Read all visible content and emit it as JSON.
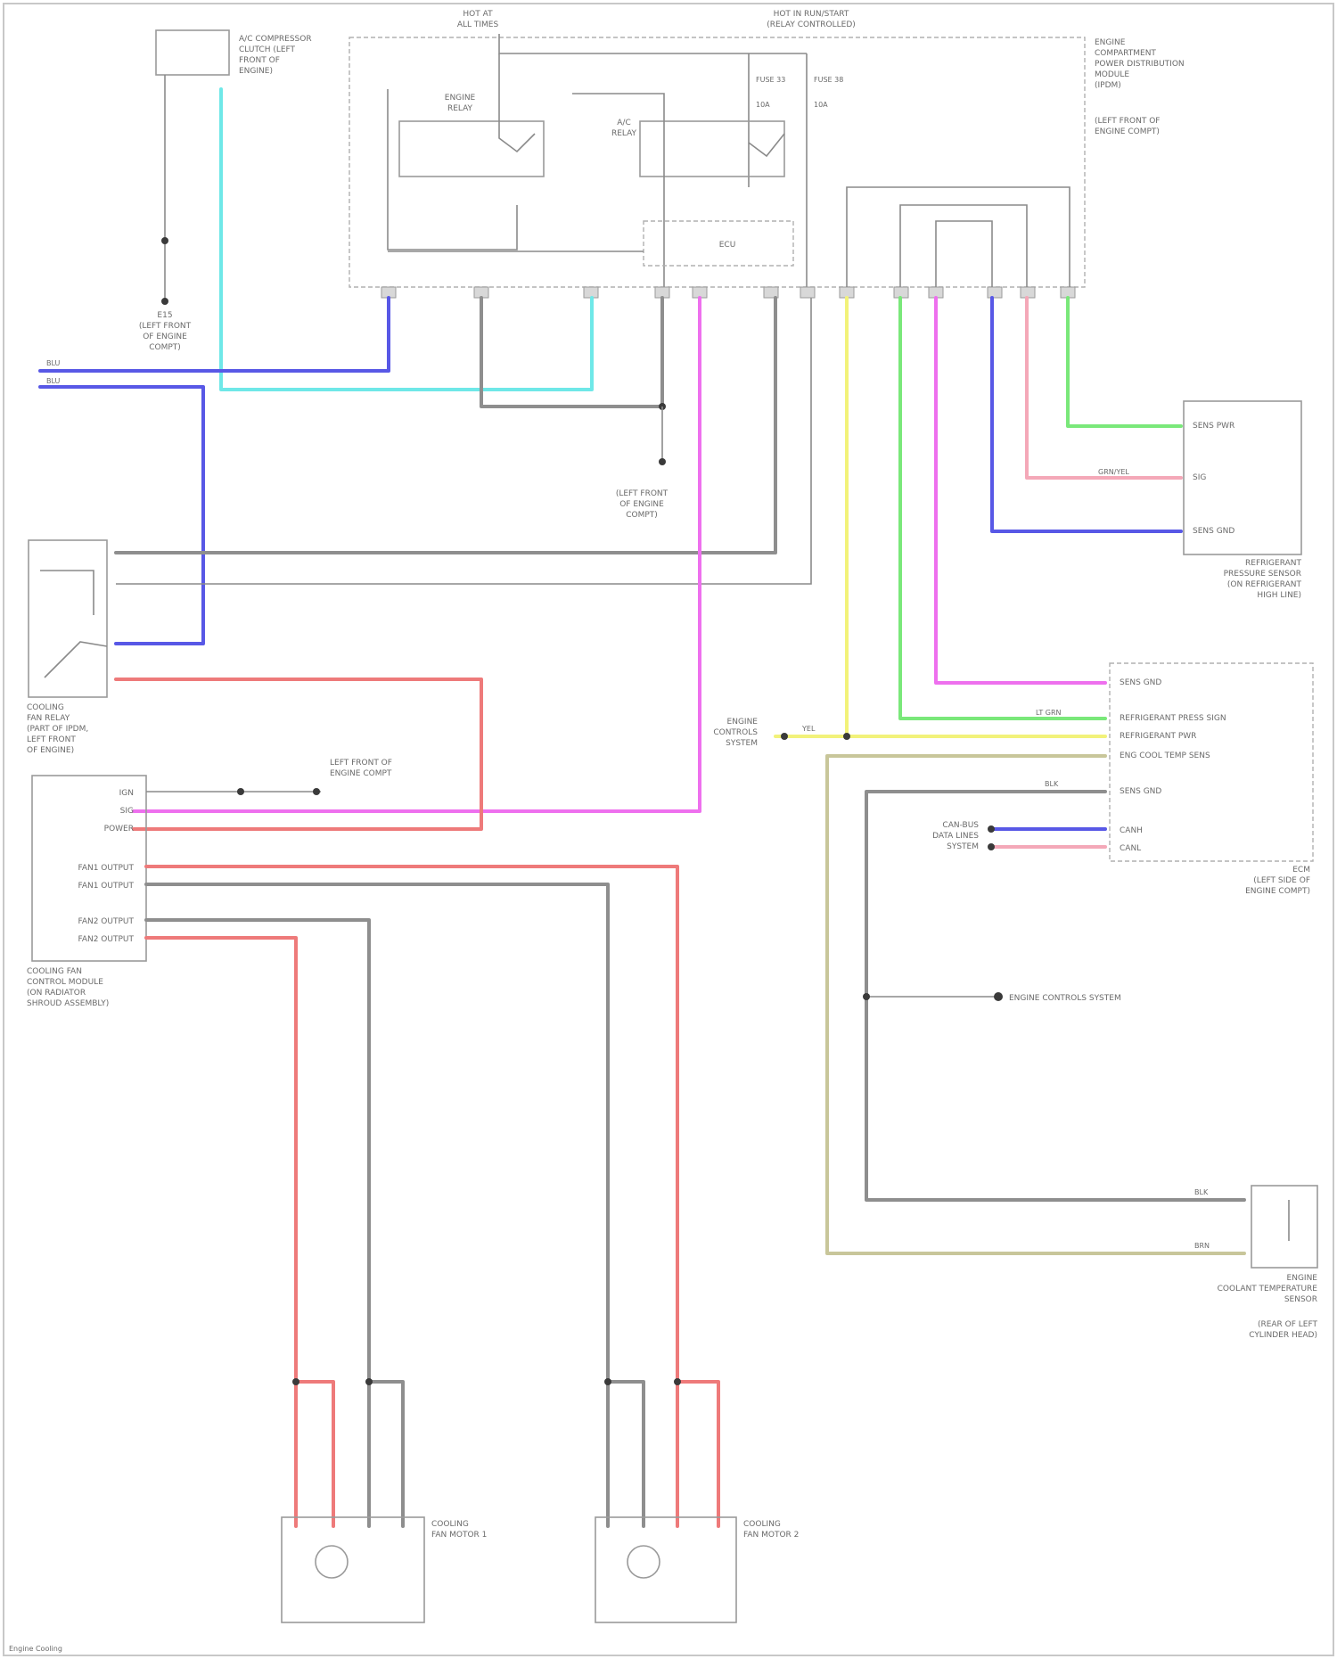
{
  "fuses": {
    "hot_at_all_times": [
      "HOT AT",
      "ALL TIMES"
    ],
    "hot_ign_run": [
      "HOT IN RUN/START",
      "(RELAY CONTROLLED)"
    ]
  },
  "relays": {
    "engine_relay": [
      "ENGINE",
      "RELAY"
    ],
    "ac_relay": [
      "A/C",
      "RELAY"
    ],
    "ecu": "ECU"
  },
  "fuse_labels": [
    "FUSE 33",
    "10A",
    "FUSE 38",
    "10A"
  ],
  "junction_block": [
    "ENGINE",
    "COMPARTMENT",
    "POWER DISTRIBUTION",
    "MODULE",
    "(IPDM)",
    "(LEFT FRONT OF",
    "ENGINE COMPT)"
  ],
  "top_left_component": [
    "A/C COMPRESSOR",
    "CLUTCH (LEFT",
    "FRONT OF",
    "ENGINE)"
  ],
  "ground_labels": {
    "g1": [
      "E15",
      "(LEFT FRONT",
      "OF ENGINE",
      "COMPT)"
    ],
    "g2": [
      "E15",
      "(LEFT FRONT",
      "OF ENGINE",
      "COMPT)"
    ]
  },
  "refrigerant_sensor": {
    "title": [
      "REFRIGERANT",
      "PRESSURE SENSOR",
      "(ON REFRIGERANT",
      "HIGH LINE)"
    ],
    "pins": [
      "SENS GND",
      "SIG",
      "SENS PWR"
    ]
  },
  "cooling_fan_relay": {
    "title": [
      "COOLING",
      "FAN RELAY",
      "(PART OF IPDM,",
      "LEFT FRONT",
      "OF ENGINE)"
    ]
  },
  "ecm": {
    "title": [
      "ECM",
      "(LEFT SIDE OF",
      "ENGINE COMPT)"
    ],
    "pins": [
      "SENS GND",
      "REFRIGERANT PRESS SIGN",
      "REFRIGERANT PWR",
      "ENG COOL TEMP SENS",
      "SENS GND",
      "CANH",
      "CANL"
    ]
  },
  "engine_controls": [
    "ENGINE",
    "CONTROLS",
    "SYSTEM"
  ],
  "can_sys": [
    "CAN-BUS",
    "DATA LINES",
    "SYSTEM"
  ],
  "engine_control_module": "ENGINE CONTROLS SYSTEM",
  "fan_control_module": {
    "title": [
      "COOLING FAN",
      "CONTROL MODULE",
      "(ON RADIATOR",
      "SHROUD ASSEMBLY)"
    ],
    "pins": [
      "IGN",
      "SIG",
      "POWER",
      "FAN1 OUTPUT",
      "FAN1 OUTPUT",
      "FAN2 OUTPUT",
      "FAN2 OUTPUT"
    ]
  },
  "inline_label": [
    "LEFT FRONT OF",
    "ENGINE COMPT"
  ],
  "coolant_sensor": {
    "title": [
      "ENGINE",
      "COOLANT TEMPERATURE",
      "SENSOR"
    ],
    "location": [
      "(REAR OF LEFT",
      "CYLINDER HEAD)"
    ]
  },
  "fan_motors": [
    {
      "title": [
        "COOLING",
        "FAN MOTOR 1"
      ]
    },
    {
      "title": [
        "COOLING",
        "FAN MOTOR 2"
      ]
    }
  ],
  "wire_colors": [
    "BLU",
    "LT GRN",
    "GRY",
    "YEL",
    "BRN",
    "PNK",
    "RED",
    "GRN/YEL",
    "BLK"
  ],
  "footer": "Engine Cooling",
  "colors": {
    "blue": "#5858e6",
    "cyan": "#6fe8e8",
    "pink": "#ee70ee",
    "red": "#ee7a7a",
    "yellow": "#f2f27a",
    "green": "#7ae87a",
    "grey": "#8e8e8e",
    "tan": "#c8c69a"
  }
}
